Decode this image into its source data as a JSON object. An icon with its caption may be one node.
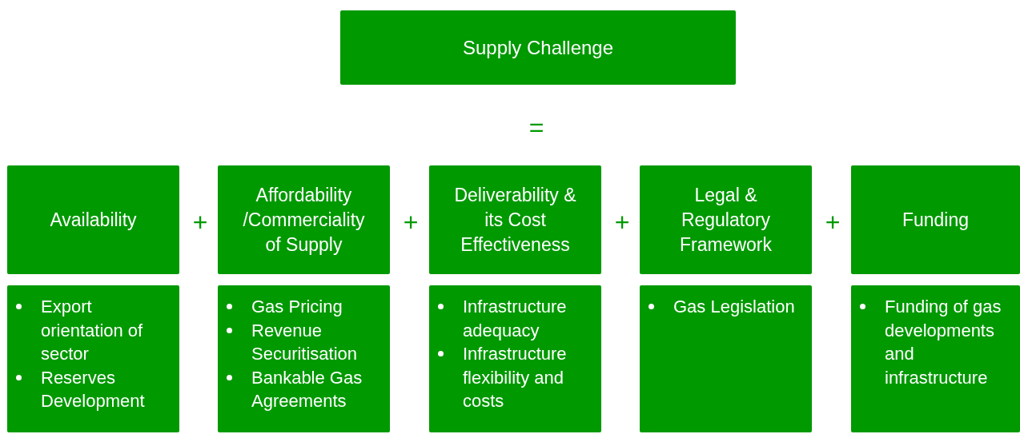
{
  "diagram": {
    "nodes": [
      {
        "text": [
          "Supply Challenge"
        ]
      },
      {
        "text": [
          "Availability"
        ]
      },
      {
        "text": [
          "Affordability /Commerciality of Supply"
        ]
      },
      {
        "text": [
          "Deliverability & its Cost Effectiveness"
        ]
      },
      {
        "text": [
          "Legal & Regulatory Framework"
        ]
      },
      {
        "text": [
          "Funding"
        ]
      },
      {
        "text": [
          "Export orientation of sector",
          "Reserves Development"
        ]
      },
      {
        "text": [
          "Gas Pricing",
          "Revenue Securitisation",
          "Bankable Gas Agreements"
        ]
      },
      {
        "text": [
          "Infrastructure adequacy",
          "Infrastructure flexibility and costs"
        ]
      },
      {
        "text": [
          "Gas Legislation"
        ]
      },
      {
        "text": [
          "Funding of gas developments and infrastructure"
        ]
      }
    ],
    "labels": [
      "=",
      "+",
      "+",
      "+",
      "+"
    ]
  }
}
